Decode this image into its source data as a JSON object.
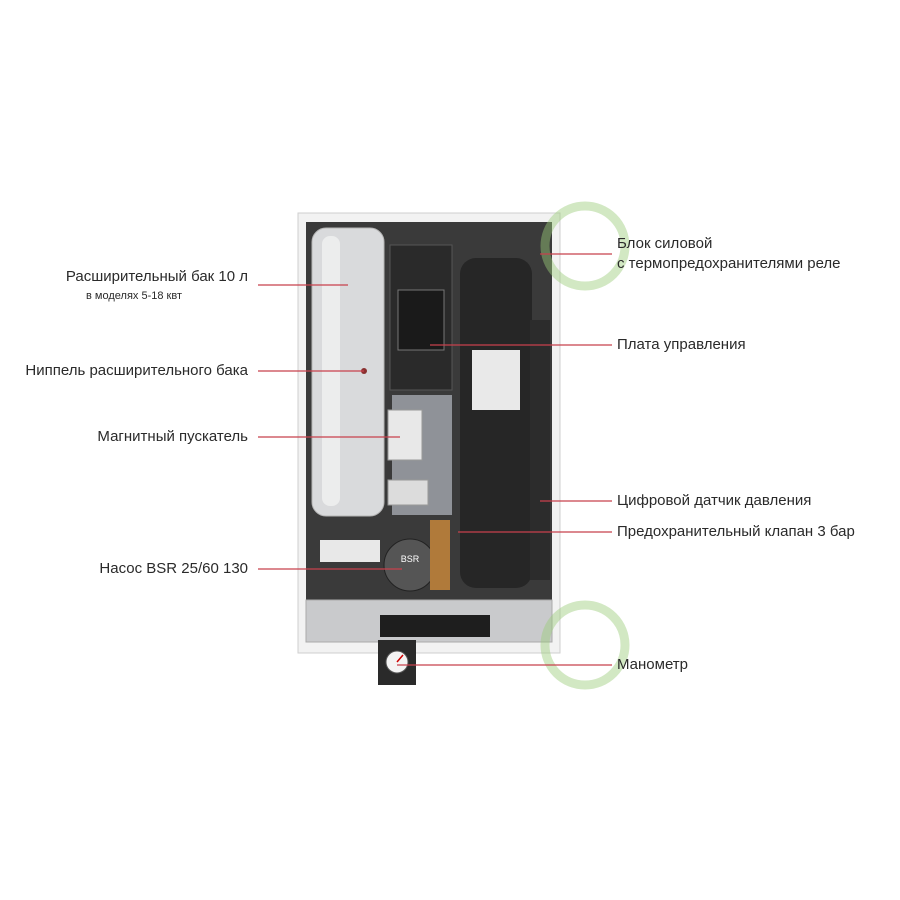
{
  "labels_left": [
    {
      "text": "Расширительный бак 10 л",
      "sub": "в моделях 5-18 квт"
    },
    {
      "text": "Ниппель расширительного бака"
    },
    {
      "text": "Магнитный пускатель"
    },
    {
      "text": "Насос BSR 25/60 130"
    }
  ],
  "labels_right": [
    {
      "text": "Блок силовой",
      "text2": "с термопредохранителями реле"
    },
    {
      "text": "Плата управления"
    },
    {
      "text": "Цифровой датчик давления"
    },
    {
      "text": "Предохранительный клапан 3 бар"
    },
    {
      "text": "Манометр"
    }
  ],
  "pump_brand": "BSR",
  "colors": {
    "leader_line": "#c8404c",
    "watermark": "#9ccc7a"
  }
}
